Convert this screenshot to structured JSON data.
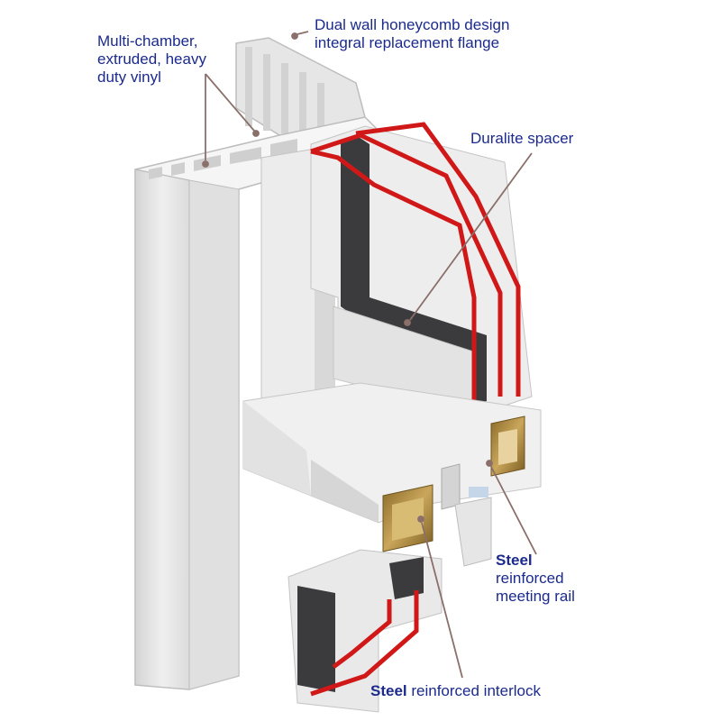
{
  "callouts": {
    "flange": {
      "lines": [
        "Dual wall honeycomb design",
        "integral replacement flange"
      ]
    },
    "vinyl": {
      "lines": [
        "Multi-chamber,",
        "extruded, heavy",
        "duty vinyl"
      ]
    },
    "spacer": {
      "lines": [
        "Duralite spacer"
      ]
    },
    "meeting_rail": {
      "bold": "Steel",
      "lines": [
        "reinforced",
        "meeting rail"
      ]
    },
    "interlock": {
      "bold": "Steel",
      "rest": " reinforced interlock"
    }
  },
  "colors": {
    "label_text": "#1b2a8c",
    "vinyl": "#e4e4e4",
    "vinyl_shadow": "#c9c9c9",
    "glass_edge": "#d01818",
    "spacer": "#3b3b3d",
    "steel": "#b08a3e",
    "leader": "#8a6f6a"
  }
}
